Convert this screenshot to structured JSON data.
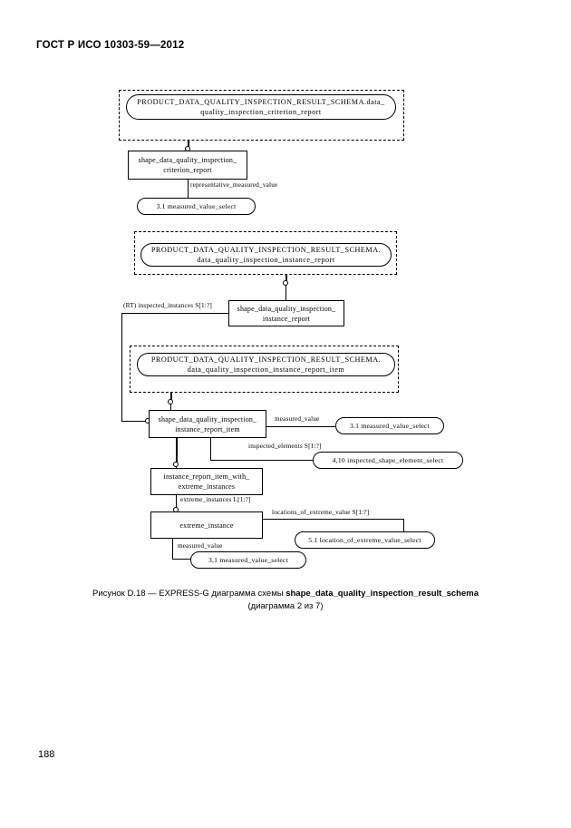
{
  "document": {
    "header": "ГОСТ Р ИСО 10303-59—2012",
    "page_number": "188"
  },
  "figure": {
    "caption_prefix": "Рисунок D.18 — EXPRESS-G диаграмма схемы ",
    "caption_schema_name": "shape_data_quality_inspection_result_schema",
    "caption_sub": "(диаграмма 2 из 7)"
  },
  "diagram": {
    "schema_refs": [
      {
        "id": "ref-criterion-report",
        "line1": "PRODUCT_DATA_QUALITY_INSPECTION_RESULT_SCHEMA.data_",
        "line2": "quality_inspection_criterion_report"
      },
      {
        "id": "ref-instance-report",
        "line1": "PRODUCT_DATA_QUALITY_INSPECTION_RESULT_SCHEMA.",
        "line2": "data_quality_inspection_instance_report"
      },
      {
        "id": "ref-instance-report-item",
        "line1": "PRODUCT_DATA_QUALITY_INSPECTION_RESULT_SCHEMA.",
        "line2": "data_quality_inspection_instance_report_item"
      }
    ],
    "entities": [
      {
        "id": "entity-criterion-report",
        "line1": "shape_data_quality_inspection_",
        "line2": "criterion_report"
      },
      {
        "id": "entity-instance-report",
        "line1": "shape_data_quality_inspection_",
        "line2": "instance_report"
      },
      {
        "id": "entity-instance-report-item",
        "line1": "shape_data_quality_inspection_",
        "line2": "instance_report_item"
      },
      {
        "id": "entity-item-with-extreme",
        "line1": "instance_report_item_with_",
        "line2": "extreme_instances"
      },
      {
        "id": "entity-extreme-instance",
        "line1": "extreme_instance",
        "line2": ""
      }
    ],
    "selects": [
      {
        "id": "select-measured-value-top",
        "label": "3.1  measured_value_select"
      },
      {
        "id": "select-measured-value-mid",
        "label": "3.1  measured_value_select"
      },
      {
        "id": "select-inspected-shape-element",
        "label": "4,10  inspected_shape_element_select"
      },
      {
        "id": "select-location-of-extreme-value",
        "label": "5.1  location_of_extreme_value_select"
      },
      {
        "id": "select-measured-value-bottom",
        "label": "3,1  measured_value_select"
      }
    ],
    "edge_labels": [
      {
        "id": "label-representative-measured-value",
        "text": "representative_measured_value"
      },
      {
        "id": "label-inspected-instances",
        "text": "(RT) inspected_instances  S[1:?]"
      },
      {
        "id": "label-measured-value-mid",
        "text": "measured_value"
      },
      {
        "id": "label-inspected-elements",
        "text": "inspected_elements  S[1:?]"
      },
      {
        "id": "label-extreme-instances",
        "text": "extreme_instances  L[1:?]"
      },
      {
        "id": "label-locations-of-extreme-value",
        "text": "locations_of_extreme_value  S[1:?]"
      },
      {
        "id": "label-measured-value-bottom",
        "text": "measured_value"
      }
    ]
  }
}
